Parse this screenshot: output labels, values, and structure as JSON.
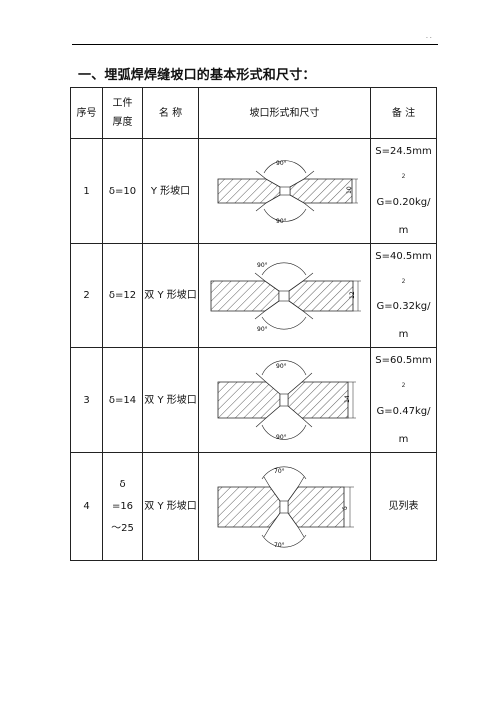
{
  "header": {
    "dots": ". ."
  },
  "title": "一、埋弧焊焊缝坡口的基本形式和尺寸：",
  "table": {
    "headers": {
      "seq": "序号",
      "thickness_l1": "工件",
      "thickness_l2": "厚度",
      "name": "名 称",
      "form": "坡口形式和尺寸",
      "note": "备  注"
    },
    "rows": [
      {
        "seq": "1",
        "thickness": "δ=10",
        "name": "Y 形坡口",
        "note_s": "S=24.5mm",
        "note_sup": "2",
        "note_g_l1": "G=0.20kg/",
        "note_g_l2": "m",
        "angle_top": "90°",
        "angle_bottom": "90°",
        "dim": "10"
      },
      {
        "seq": "2",
        "thickness": "δ=12",
        "name": "双 Y 形坡口",
        "note_s": "S=40.5mm",
        "note_sup": "2",
        "note_g_l1": "G=0.32kg/",
        "note_g_l2": "m",
        "angle_top": "90°",
        "angle_bottom": "90°",
        "dim": "12"
      },
      {
        "seq": "3",
        "thickness": "δ=14",
        "name": "双 Y 形坡口",
        "note_s": "S=60.5mm",
        "note_sup": "2",
        "note_g_l1": "G=0.47kg/",
        "note_g_l2": "m",
        "angle_top": "90°",
        "angle_bottom": "90°",
        "dim": "14"
      },
      {
        "seq": "4",
        "thickness_l1": "δ",
        "thickness_l2": "=16",
        "thickness_l3": "～25",
        "name": "双 Y 形坡口",
        "note": "见列表",
        "angle_top": "70°",
        "angle_bottom": "70°",
        "dim": "δ"
      }
    ]
  }
}
